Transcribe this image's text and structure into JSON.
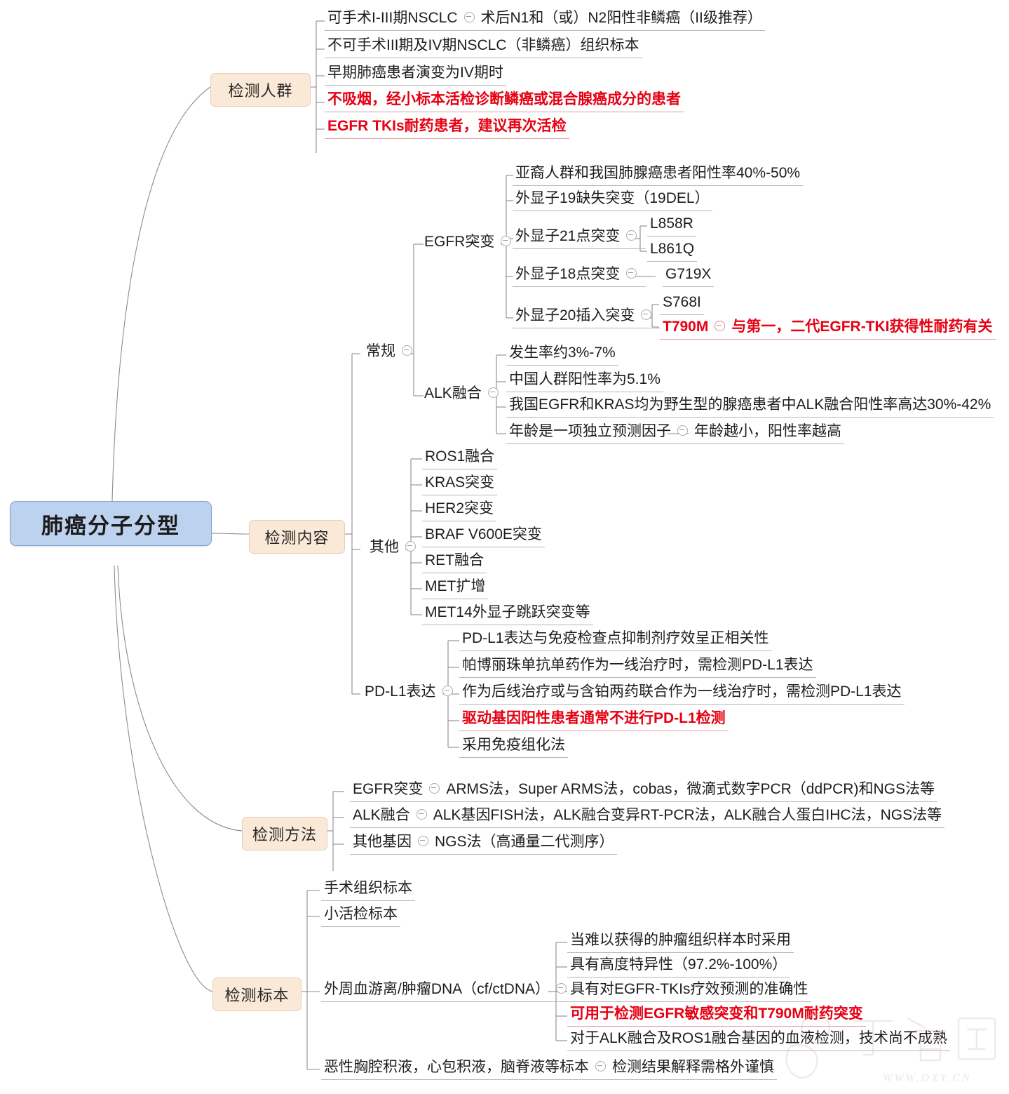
{
  "root": {
    "label": "肺癌分子分型",
    "color": "#bdd2ef"
  },
  "branch_color": "#fbe9d7",
  "accent_red": "#e60012",
  "branches": {
    "population": {
      "label": "检测人群",
      "items": [
        {
          "text": "可手术I-III期NSCLC",
          "child": "术后N1和（或）N2阳性非鳞癌（II级推荐）",
          "red": false
        },
        {
          "text": "不可手术III期及IV期NSCLC（非鳞癌）组织标本",
          "red": false
        },
        {
          "text": "早期肺癌患者演变为IV期时",
          "red": false
        },
        {
          "text": "不吸烟，经小标本活检诊断鳞癌或混合腺癌成分的患者",
          "red": true
        },
        {
          "text": "EGFR TKIs耐药患者，建议再次活检",
          "red": true
        }
      ]
    },
    "content": {
      "label": "检测内容",
      "routine": {
        "label": "常规",
        "egfr": {
          "label": "EGFR突变",
          "items": [
            {
              "text": "亚裔人群和我国肺腺癌患者阳性率40%-50%"
            },
            {
              "text": "外显子19缺失突变（19DEL）"
            },
            {
              "text": "外显子21点突变",
              "children": [
                "L858R",
                "L861Q"
              ]
            },
            {
              "text": "外显子18点突变",
              "children": [
                "G719X"
              ]
            },
            {
              "text": "外显子20插入突变",
              "children": [
                "S768I"
              ],
              "red_child": {
                "text": "T790M",
                "note": "与第一，二代EGFR-TKI获得性耐药有关"
              }
            }
          ]
        },
        "alk": {
          "label": "ALK融合",
          "items": [
            {
              "text": "发生率约3%-7%"
            },
            {
              "text": "中国人群阳性率为5.1%"
            },
            {
              "text": "我国EGFR和KRAS均为野生型的腺癌患者中ALK融合阳性率高达30%-42%"
            },
            {
              "text": "年龄是一项独立预测因子",
              "child": "年龄越小，阳性率越高"
            }
          ]
        }
      },
      "other": {
        "label": "其他",
        "items": [
          "ROS1融合",
          "KRAS突变",
          "HER2突变",
          "BRAF V600E突变",
          "RET融合",
          "MET扩增",
          "MET14外显子跳跃突变等"
        ]
      },
      "pdl1": {
        "label": "PD-L1表达",
        "items": [
          {
            "text": "PD-L1表达与免疫检查点抑制剂疗效呈正相关性",
            "red": false
          },
          {
            "text": "帕博丽珠单抗单药作为一线治疗时，需检测PD-L1表达",
            "red": false
          },
          {
            "text": "作为后线治疗或与含铂两药联合作为一线治疗时，需检测PD-L1表达",
            "red": false
          },
          {
            "text": "驱动基因阳性患者通常不进行PD-L1检测",
            "red": true
          },
          {
            "text": "采用免疫组化法",
            "red": false
          }
        ]
      }
    },
    "methods": {
      "label": "检测方法",
      "items": [
        {
          "text": "EGFR突变",
          "child": "ARMS法，Super ARMS法，cobas，微滴式数字PCR（ddPCR)和NGS法等"
        },
        {
          "text": "ALK融合",
          "child": "ALK基因FISH法，ALK融合变异RT-PCR法，ALK融合人蛋白IHC法，NGS法等"
        },
        {
          "text": "其他基因",
          "child": "NGS法（高通量二代测序）"
        }
      ]
    },
    "specimen": {
      "label": "检测标本",
      "items": [
        {
          "text": "手术组织标本"
        },
        {
          "text": "小活检标本"
        },
        {
          "text": "外周血游离/肿瘤DNA（cf/ctDNA）",
          "children": [
            {
              "text": "当难以获得的肿瘤组织样本时采用",
              "red": false
            },
            {
              "text": "具有高度特异性（97.2%-100%）",
              "red": false
            },
            {
              "text": "具有对EGFR-TKIs疗效预测的准确性",
              "red": false
            },
            {
              "text": "可用于检测EGFR敏感突变和T790M耐药突变",
              "red": true
            },
            {
              "text": "对于ALK融合及ROS1融合基因的血液检测，技术尚不成熟",
              "red": false
            }
          ]
        },
        {
          "text": "恶性胸腔积液，心包积液，脑脊液等标本",
          "child": "检测结果解释需格外谨慎"
        }
      ]
    }
  },
  "watermark": {
    "logo": "丁香园",
    "url": "WWW.DXY.CN"
  }
}
